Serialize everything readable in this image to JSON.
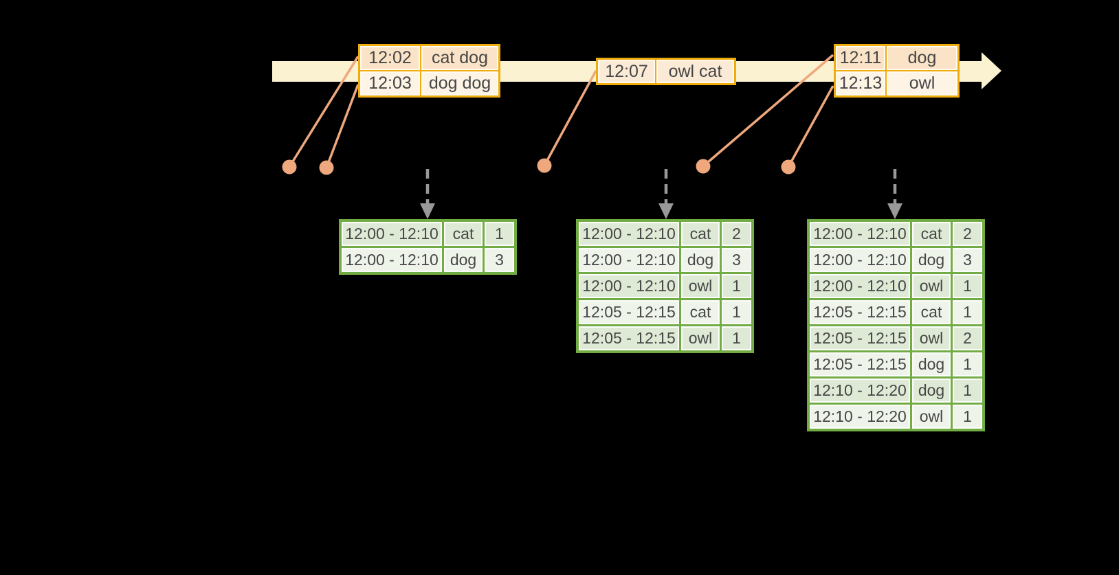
{
  "colors": {
    "background": "#000000",
    "timeline_fill": "#FBF2D1",
    "event_border": "#F0AC0C",
    "event_row_dark": "#FAE3C6",
    "event_row_light": "#FDF4E6",
    "event_row_single": "#FBEBD6",
    "connector": "#EFA87E",
    "trigger_arrow": "#999999",
    "result_border": "#72AC44",
    "result_row_dark": "#DFEAD6",
    "result_row_light": "#EFF4EB",
    "text": "#464646"
  },
  "event_tables": [
    {
      "rows": [
        {
          "time": "12:02",
          "words": "cat dog"
        },
        {
          "time": "12:03",
          "words": "dog dog"
        }
      ]
    },
    {
      "rows": [
        {
          "time": "12:07",
          "words": "owl cat"
        }
      ]
    },
    {
      "rows": [
        {
          "time": "12:11",
          "words": "dog"
        },
        {
          "time": "12:13",
          "words": "owl"
        }
      ]
    }
  ],
  "result_tables": [
    {
      "rows": [
        {
          "window": "12:00 - 12:10",
          "word": "cat",
          "count": "1"
        },
        {
          "window": "12:00 - 12:10",
          "word": "dog",
          "count": "3"
        }
      ]
    },
    {
      "rows": [
        {
          "window": "12:00 - 12:10",
          "word": "cat",
          "count": "2"
        },
        {
          "window": "12:00 - 12:10",
          "word": "dog",
          "count": "3"
        },
        {
          "window": "12:00 - 12:10",
          "word": "owl",
          "count": "1"
        },
        {
          "window": "12:05 - 12:15",
          "word": "cat",
          "count": "1"
        },
        {
          "window": "12:05 - 12:15",
          "word": "owl",
          "count": "1"
        }
      ]
    },
    {
      "rows": [
        {
          "window": "12:00 - 12:10",
          "word": "cat",
          "count": "2"
        },
        {
          "window": "12:00 - 12:10",
          "word": "dog",
          "count": "3"
        },
        {
          "window": "12:00 - 12:10",
          "word": "owl",
          "count": "1"
        },
        {
          "window": "12:05 - 12:15",
          "word": "cat",
          "count": "1"
        },
        {
          "window": "12:05 - 12:15",
          "word": "owl",
          "count": "2"
        },
        {
          "window": "12:05 - 12:15",
          "word": "dog",
          "count": "1"
        },
        {
          "window": "12:10 - 12:20",
          "word": "dog",
          "count": "1"
        },
        {
          "window": "12:10 - 12:20",
          "word": "owl",
          "count": "1"
        }
      ]
    }
  ]
}
